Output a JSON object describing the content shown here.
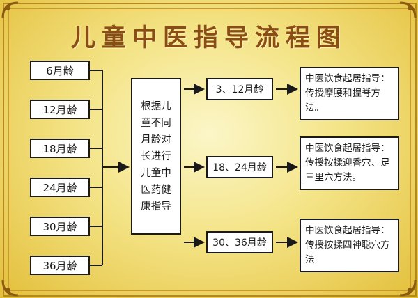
{
  "title": "儿童中医指导流程图",
  "ages": [
    "6月龄",
    "12月龄",
    "18月龄",
    "24月龄",
    "30月龄",
    "36月龄"
  ],
  "center_text": "根据儿童不同月龄对长进行儿童中医药健康指导",
  "stages": [
    {
      "label": "3、12月龄",
      "result": "中医饮食起居指导：传授摩腰和捏脊方法。"
    },
    {
      "label": "18、24月龄",
      "result": "中医饮食起居指导：传授按揉迎香穴、足三里穴方法。"
    },
    {
      "label": "30、36月龄",
      "result": "中医饮食起居指导：传授按揉四神聪穴方法"
    }
  ],
  "colors": {
    "title": "#8a4d14",
    "frame": "#b8861e",
    "background": "#f4e487",
    "box_border": "#1a1a1a"
  }
}
